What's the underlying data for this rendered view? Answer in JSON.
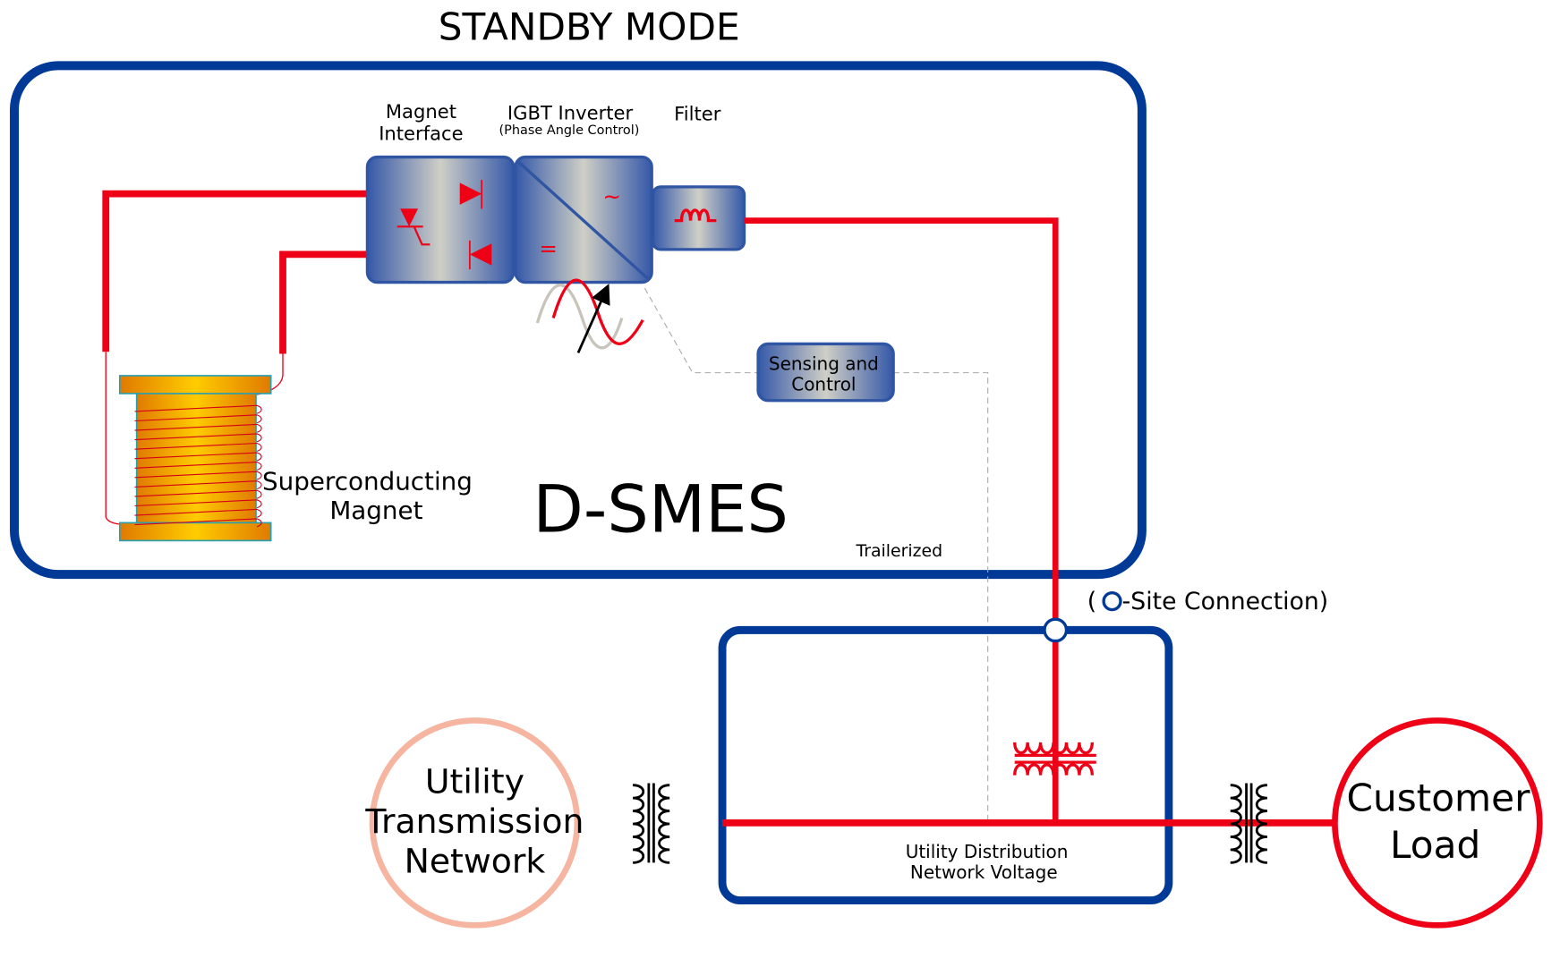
{
  "title": "STANDBY MODE",
  "system_name": "D-SMES",
  "colors": {
    "enclosure_blue": "#003a96",
    "power_red": "#ee0016",
    "transmission_salmon": "#f6b5a0",
    "component_blue": "#2f55a3",
    "magnet_orange": "#f3a300"
  },
  "components": {
    "magnet_interface": {
      "line1": "Magnet",
      "line2": "Interface"
    },
    "igbt_inverter": {
      "line1": "IGBT Inverter",
      "line2": "(Phase Angle Control)",
      "ac_symbol": "~",
      "dc_symbol": "="
    },
    "filter": {
      "label": "Filter"
    },
    "sensing_control": {
      "line1": "Sensing and",
      "line2": "Control"
    },
    "superconducting_magnet": {
      "line1": "Superconducting",
      "line2": "Magnet"
    }
  },
  "enclosure": {
    "trailer_label": "Trailerized"
  },
  "legend": {
    "open": "(",
    "text": "-Site Connection)"
  },
  "distribution": {
    "line1": "Utility Distribution",
    "line2": "Network Voltage"
  },
  "transmission": {
    "line1": "Utility",
    "line2": "Transmission",
    "line3": "Network"
  },
  "customer": {
    "line1": "Customer",
    "line2": "Load"
  }
}
